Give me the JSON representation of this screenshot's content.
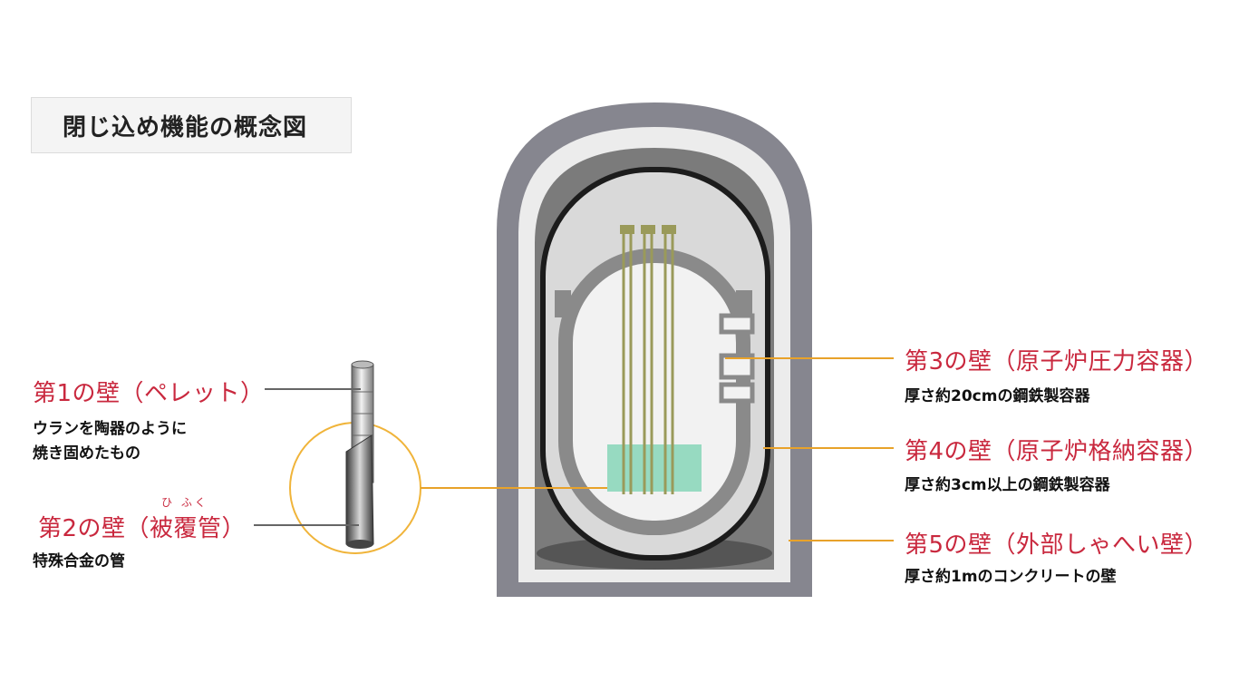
{
  "title": "閉じ込め機能の概念図",
  "walls": [
    {
      "id": "wall1",
      "title": "第1の壁（ペレット）",
      "description": [
        "ウランを陶器のように",
        "焼き固めたもの"
      ]
    },
    {
      "id": "wall2",
      "title": "第2の壁（被覆管）",
      "ruby": "ひ ふく",
      "description": [
        "特殊合金の管"
      ]
    },
    {
      "id": "wall3",
      "title": "第3の壁（原子炉圧力容器）",
      "description": [
        "厚さ約20cmの鋼鉄製容器"
      ]
    },
    {
      "id": "wall4",
      "title": "第4の壁（原子炉格納容器）",
      "description": [
        "厚さ約3cm以上の鋼鉄製容器"
      ]
    },
    {
      "id": "wall5",
      "title": "第5の壁（外部しゃへい壁）",
      "description": [
        "厚さ約1mのコンクリートの壁"
      ]
    }
  ],
  "colors": {
    "title_text": "#c9283e",
    "leader_line_gold": "#e8a22a",
    "leader_line_gray": "#666666",
    "concrete": "#86868f",
    "containment_gray": "#5e5e5e",
    "fuel_green": "#7fd3b4",
    "fuel_rod": "#9a9a5a"
  }
}
